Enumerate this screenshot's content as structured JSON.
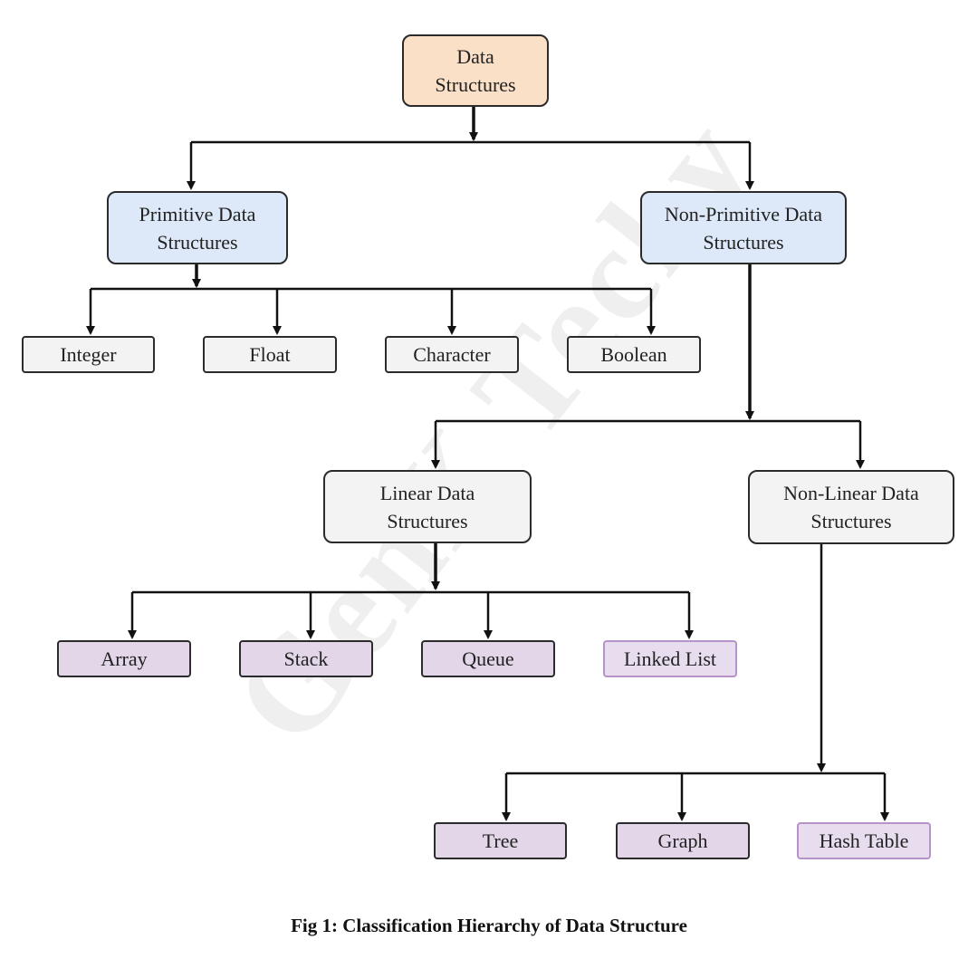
{
  "watermark": "GenX Techy",
  "nodes": {
    "root": "Data Structures",
    "primitive": "Primitive Data Structures",
    "non_primitive": "Non-Primitive Data Structures",
    "integer": "Integer",
    "float": "Float",
    "character": "Character",
    "boolean": "Boolean",
    "linear": "Linear Data Structures",
    "non_linear": "Non-Linear Data Structures",
    "array": "Array",
    "stack": "Stack",
    "queue": "Queue",
    "linked_list": "Linked List",
    "tree": "Tree",
    "graph": "Graph",
    "hash_table": "Hash Table"
  },
  "caption": "Fig 1: Classification Hierarchy of Data Structure",
  "colors": {
    "root": "#fbe0c8",
    "primitive_level": "#dde8f8",
    "neutral": "#f3f3f3",
    "leaf_purple": "#e2d6e8",
    "leaf_purple_border": "#b793c9",
    "line": "#111111"
  }
}
